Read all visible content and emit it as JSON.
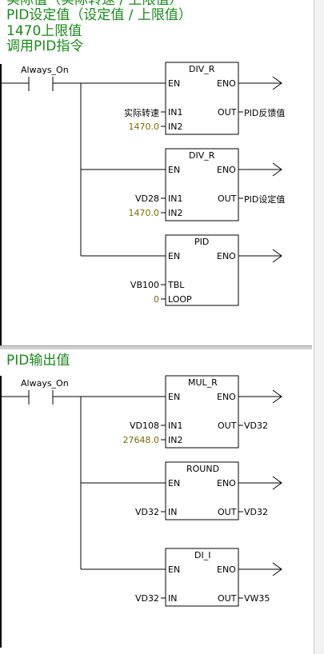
{
  "network1": {
    "comment_top_partial": "实际值（实际转速 / 上限值）",
    "comment_line1": "PID设定值（设定值 / 上限值）",
    "comment_line2": "1470上限值",
    "comment_line3": "调用PID指令",
    "contact_label": "Always_On",
    "blocks": [
      {
        "title": "DIV_R",
        "en": "EN",
        "eno": "ENO",
        "in1_pin": "IN1",
        "in2_pin": "IN2",
        "out_pin": "OUT",
        "in1_val": "实际转速",
        "in2_val": "1470.0",
        "out_val": "PID反馈值"
      },
      {
        "title": "DIV_R",
        "en": "EN",
        "eno": "ENO",
        "in1_pin": "IN1",
        "in2_pin": "IN2",
        "out_pin": "OUT",
        "in1_val": "VD28",
        "in2_val": "1470.0",
        "out_val": "PID设定值"
      },
      {
        "title": "PID",
        "en": "EN",
        "eno": "ENO",
        "in1_pin": "TBL",
        "in2_pin": "LOOP",
        "in1_val": "VB100",
        "in2_val": "0"
      }
    ]
  },
  "network2": {
    "comment_line1": "PID输出值",
    "contact_label": "Always_On",
    "blocks": [
      {
        "title": "MUL_R",
        "en": "EN",
        "eno": "ENO",
        "in1_pin": "IN1",
        "in2_pin": "IN2",
        "out_pin": "OUT",
        "in1_val": "VD108",
        "in2_val": "27648.0",
        "out_val": "VD32"
      },
      {
        "title": "ROUND",
        "en": "EN",
        "eno": "ENO",
        "in1_pin": "IN",
        "out_pin": "OUT",
        "in1_val": "VD32",
        "out_val": "VD32"
      },
      {
        "title": "DI_I",
        "en": "EN",
        "eno": "ENO",
        "in1_pin": "IN",
        "out_pin": "OUT",
        "in1_val": "VD32",
        "out_val": "VW35"
      }
    ]
  },
  "colors": {
    "comment": "#1a8a1a",
    "constant": "#7a6a00",
    "line": "#000000"
  }
}
